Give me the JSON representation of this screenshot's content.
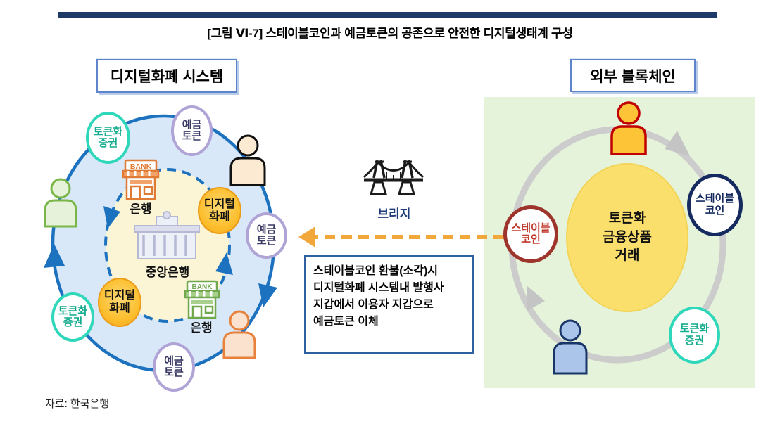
{
  "figure": {
    "title": "[그림 Ⅵ-7] 스테이블코인과 예금토큰의 공존으로 안전한 디지털생태계 구성",
    "source": "자료: 한국은행"
  },
  "left_system": {
    "header": "디지털화폐 시스템",
    "tokenized_securities": "토큰화\n증권",
    "deposit_token": "예금\n토큰",
    "digital_currency": "디지털\n화폐",
    "bank_label": "은행",
    "central_bank_label": "중앙은행",
    "bank_sign": "BANK"
  },
  "bridge": {
    "label": "브리지"
  },
  "note_box": {
    "text": "스테이블코인 환불(소각)시\n디지털화폐 시스템내 발행사\n지갑에서 이용자 지갑으로\n예금토큰 이체"
  },
  "right_chain": {
    "header": "외부 블록체인",
    "stablecoin": "스테이블\n코인",
    "center_circle": "토큰화\n금융상품\n거래",
    "tokenized_securities": "토큰화\n증권"
  },
  "colors": {
    "top_rule": "#1e3a66",
    "system_circle_blue": "#1d72bf",
    "system_fill": "#d9e8f8",
    "inner_fill": "#fbf5d6",
    "tokenized_teal": "#2fd7ba",
    "deposit_lavender": "#b0a4d6",
    "digital_orange": "#fcbe2d",
    "stable_red": "#9e352c",
    "stable_navy": "#152a5e",
    "bridge_arrow_orange": "#f2a73b",
    "blockchain_green": "#e5f3da",
    "chain_gray": "#cccccc",
    "center_yellow": "#fbdf6d"
  }
}
